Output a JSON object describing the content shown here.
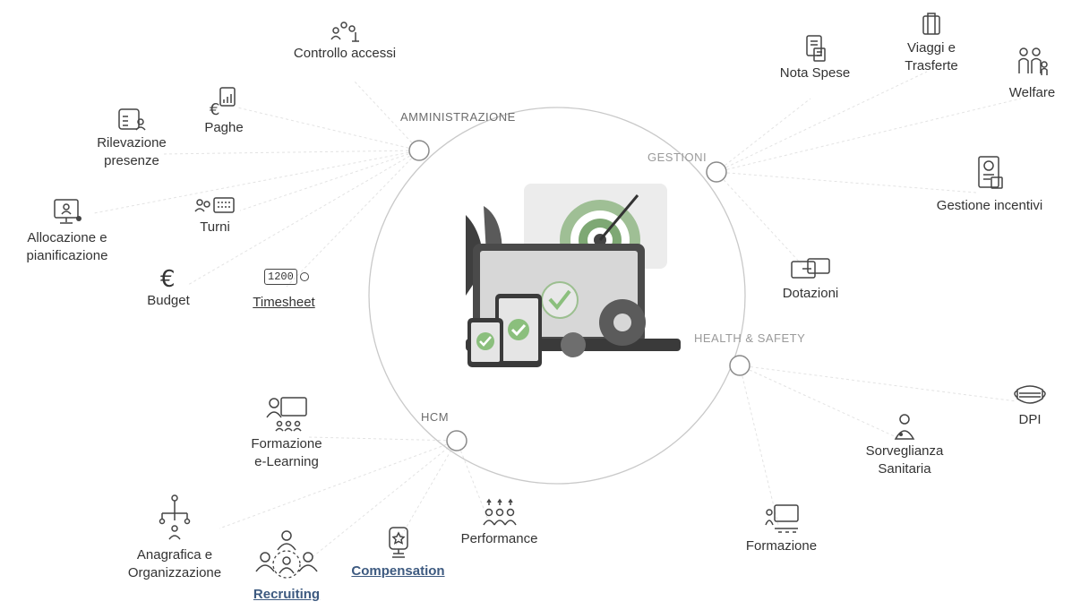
{
  "categories": {
    "amministrazione": "AMMINISTRAZIONE",
    "gestioni": "GESTIONI",
    "health_safety": "HEALTH & SAFETY",
    "hcm": "HCM"
  },
  "nodes": {
    "controllo_accessi": "Controllo accessi",
    "paghe": "Paghe",
    "rilevazione_presenze": "Rilevazione\npresenze",
    "allocazione": "Allocazione e\npianificazione",
    "turni": "Turni",
    "budget": "Budget",
    "timesheet": "Timesheet",
    "timesheet_icon_text": "1200",
    "nota_spese": "Nota Spese",
    "viaggi": "Viaggi e\nTrasferte",
    "welfare": "Welfare",
    "gestione_incentivi": "Gestione incentivi",
    "dotazioni": "Dotazioni",
    "dpi": "DPI",
    "sorveglianza": "Sorveglianza\nSanitaria",
    "formazione": "Formazione",
    "formazione_elearning": "Formazione\ne-Learning",
    "anagrafica": "Anagrafica e\nOrganizzazione",
    "recruiting": "Recruiting",
    "compensation": "Compensation",
    "performance": "Performance"
  },
  "colors": {
    "ring": "#c9c9c9",
    "link_text": "#3d5a80",
    "accent_green": "#8bbf7d",
    "accent_dark": "#3c3c3c"
  }
}
